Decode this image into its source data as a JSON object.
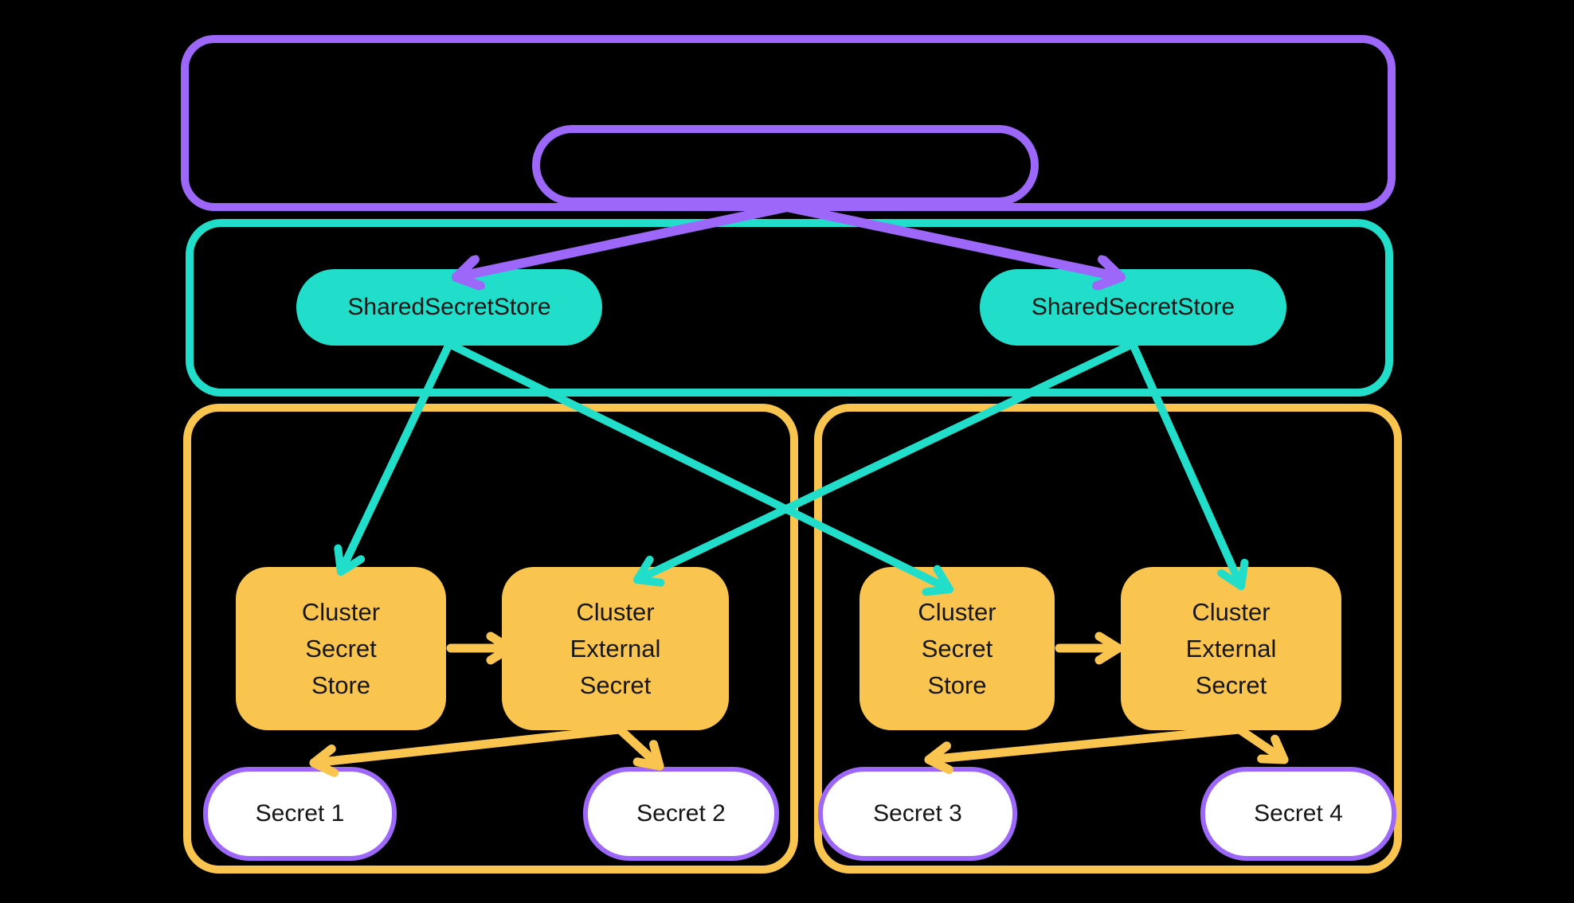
{
  "colors": {
    "background": "#000000",
    "purple": "#9D67F9",
    "teal": "#20DEC9",
    "yellow": "#FAC54E",
    "node_text": "#161616",
    "secret_fill": "#FFFFFF"
  },
  "shared_stores": [
    {
      "label": "SharedSecretStore"
    },
    {
      "label": "SharedSecretStore"
    }
  ],
  "clusters": [
    {
      "secret_store": {
        "lines": [
          "Cluster",
          "Secret",
          "Store"
        ]
      },
      "external_secret": {
        "lines": [
          "Cluster",
          "External",
          "Secret"
        ]
      },
      "secrets": [
        {
          "label": "Secret 1"
        },
        {
          "label": "Secret 2"
        }
      ]
    },
    {
      "secret_store": {
        "lines": [
          "Cluster",
          "Secret",
          "Store"
        ]
      },
      "external_secret": {
        "lines": [
          "Cluster",
          "External",
          "Secret"
        ]
      },
      "secrets": [
        {
          "label": "Secret 3"
        },
        {
          "label": "Secret 4"
        }
      ]
    }
  ]
}
